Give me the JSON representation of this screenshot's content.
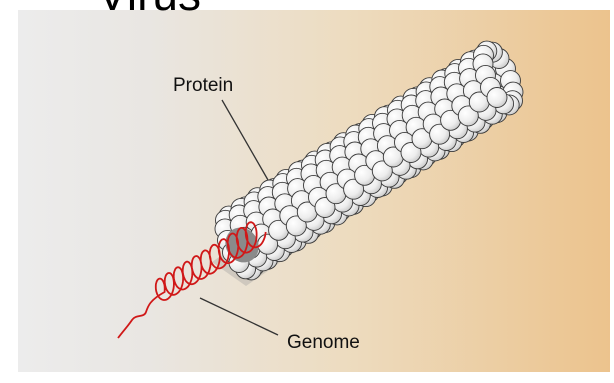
{
  "title": "Virus",
  "labels": {
    "protein": "Protein",
    "genome": "Genome"
  },
  "colors": {
    "background_left": "#ececec",
    "background_right": "#ecc38d",
    "capsomere_fill": "#f3f3f3",
    "capsomere_stroke": "#3a3a3a",
    "genome_red": "#d01818",
    "leader_line": "#333333"
  }
}
